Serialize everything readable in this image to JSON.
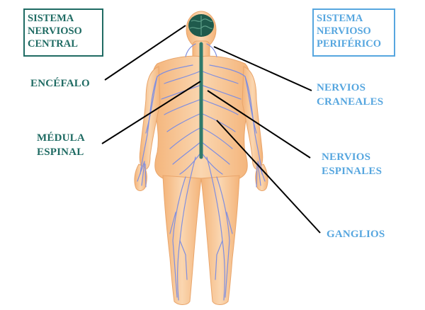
{
  "central_box": {
    "lines": [
      "SISTEMA",
      "NERVIOSO",
      "CENTRAL"
    ]
  },
  "peripheral_box": {
    "lines": [
      "SISTEMA",
      "NERVIOSO",
      "PERIFÉRICO"
    ]
  },
  "labels": {
    "encefalo": {
      "lines": [
        "ENCÉFALO"
      ]
    },
    "medula": {
      "lines": [
        "MÉDULA",
        "ESPINAL"
      ]
    },
    "nervios_craneales": {
      "lines": [
        "NERVIOS",
        "CRANEALES"
      ]
    },
    "nervios_espinales": {
      "lines": [
        "NERVIOS",
        "ESPINALES"
      ]
    },
    "ganglios": {
      "lines": [
        "GANGLIOS"
      ]
    }
  },
  "colors": {
    "central": "#1f6b63",
    "peripheral": "#56a6df",
    "skin": "#f6c79a",
    "nerve": "#7f8ee0",
    "brain": "#1f5a4c",
    "spinal_cord": "#2f7a6a"
  },
  "icons": {
    "figure": "human-nervous-system-figure"
  }
}
